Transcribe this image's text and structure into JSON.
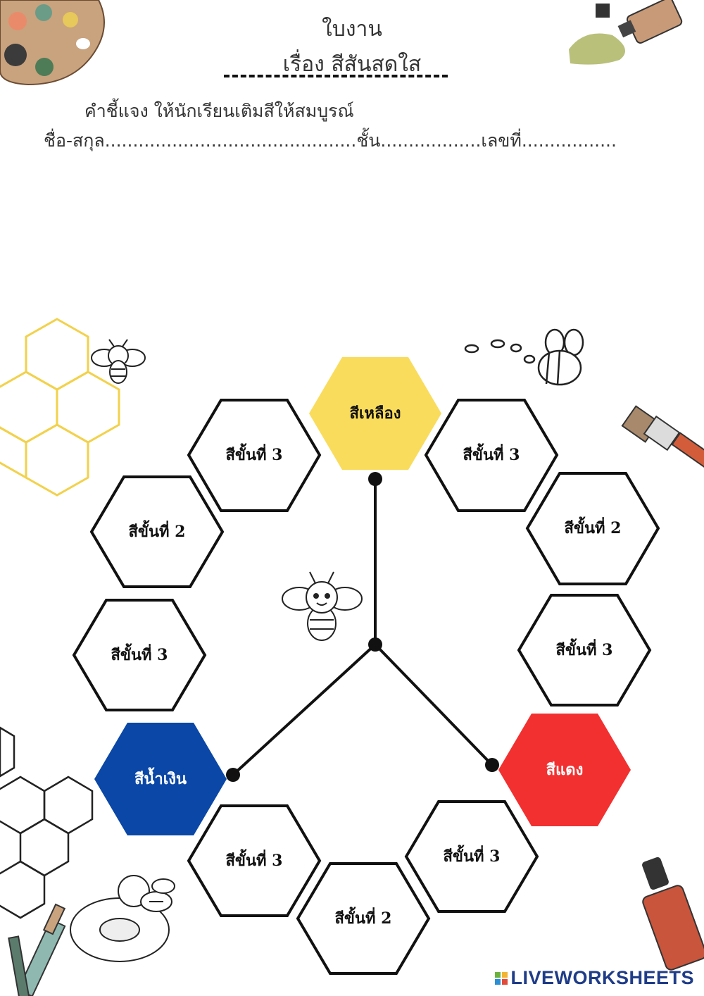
{
  "header": {
    "title": "ใบงาน",
    "subtitle": "เรื่อง  สีสันสดใส",
    "instruction": "คำชี้แจง  ให้นักเรียนเติมสีให้สมบูรณ์",
    "name_line": "ชื่อ-สกุล.............................................ชั้น..................เลขที่................."
  },
  "primaries": {
    "yellow": {
      "label": "สีเหลือง",
      "color": "#F9DC5C"
    },
    "blue": {
      "label": "สีน้ำเงิน",
      "color": "#0A47A6"
    },
    "red": {
      "label": "สีแดง",
      "color": "#F23030"
    }
  },
  "hexes": {
    "upper_left_3": "สีขั้นที่ 3",
    "upper_left_2": "สีขั้นที่ 2",
    "left_3": "สีขั้นที่ 3",
    "upper_right_3": "สีขั้นที่ 3",
    "right_2": "สีขั้นที่ 2",
    "right_3": "สีขั้นที่ 3",
    "bottom_left_3": "สีขั้นที่ 3",
    "bottom_2": "สีขั้นที่ 2",
    "bottom_right_3": "สีขั้นที่ 3"
  },
  "watermark": "LIVEWORKSHEETS"
}
